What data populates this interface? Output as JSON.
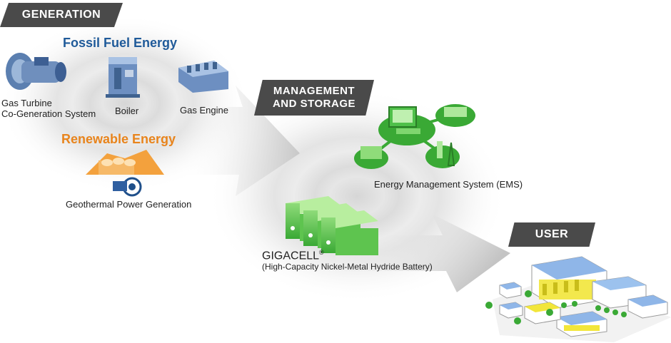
{
  "sections": {
    "generation": "GENERATION",
    "management": [
      "MANAGEMENT",
      "AND STORAGE"
    ],
    "user": "USER"
  },
  "fossil": {
    "title": "Fossil Fuel Energy",
    "items": {
      "gas_turbine": [
        "Gas Turbine",
        "Co-Generation System"
      ],
      "boiler": "Boiler",
      "gas_engine": "Gas Engine"
    }
  },
  "renewable": {
    "title": "Renewable Energy",
    "geothermal": "Geothermal Power Generation"
  },
  "ems": "Energy Management System (EMS)",
  "gigacell": {
    "name": "GIGACELL",
    "mark": "®",
    "desc": "(High-Capacity Nickel-Metal Hydride Battery)"
  },
  "colors": {
    "fossil_title": "#1f5a99",
    "renewable_title": "#e8841c",
    "tag_bg": "#4a4a4a",
    "green": "#3aa935",
    "building_yellow": "#f2e63a"
  }
}
